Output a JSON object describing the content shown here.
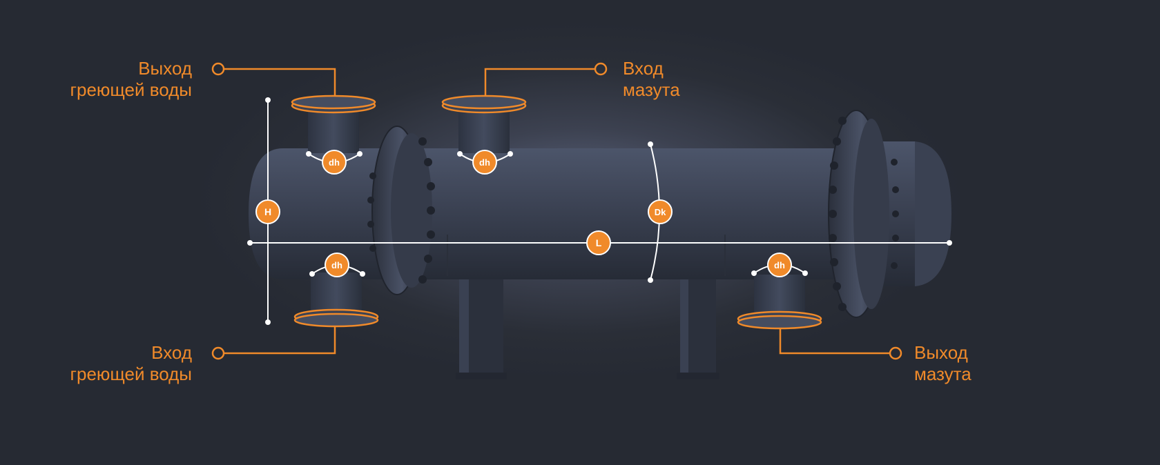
{
  "labels": {
    "outlet_heating_water": [
      "Выход",
      "греющей воды"
    ],
    "inlet_fuel_oil": [
      "Вход",
      "мазута"
    ],
    "inlet_heating_water": [
      "Вход",
      "греющей воды"
    ],
    "outlet_fuel_oil": [
      "Выход",
      "мазута"
    ]
  },
  "dimensions": {
    "height": "H",
    "length": "L",
    "shell_diameter": "Dk",
    "nozzle_diameter": "dh"
  },
  "colors": {
    "accent": "#f08a2a",
    "background": "#262a33",
    "vessel": "#3c4354"
  }
}
